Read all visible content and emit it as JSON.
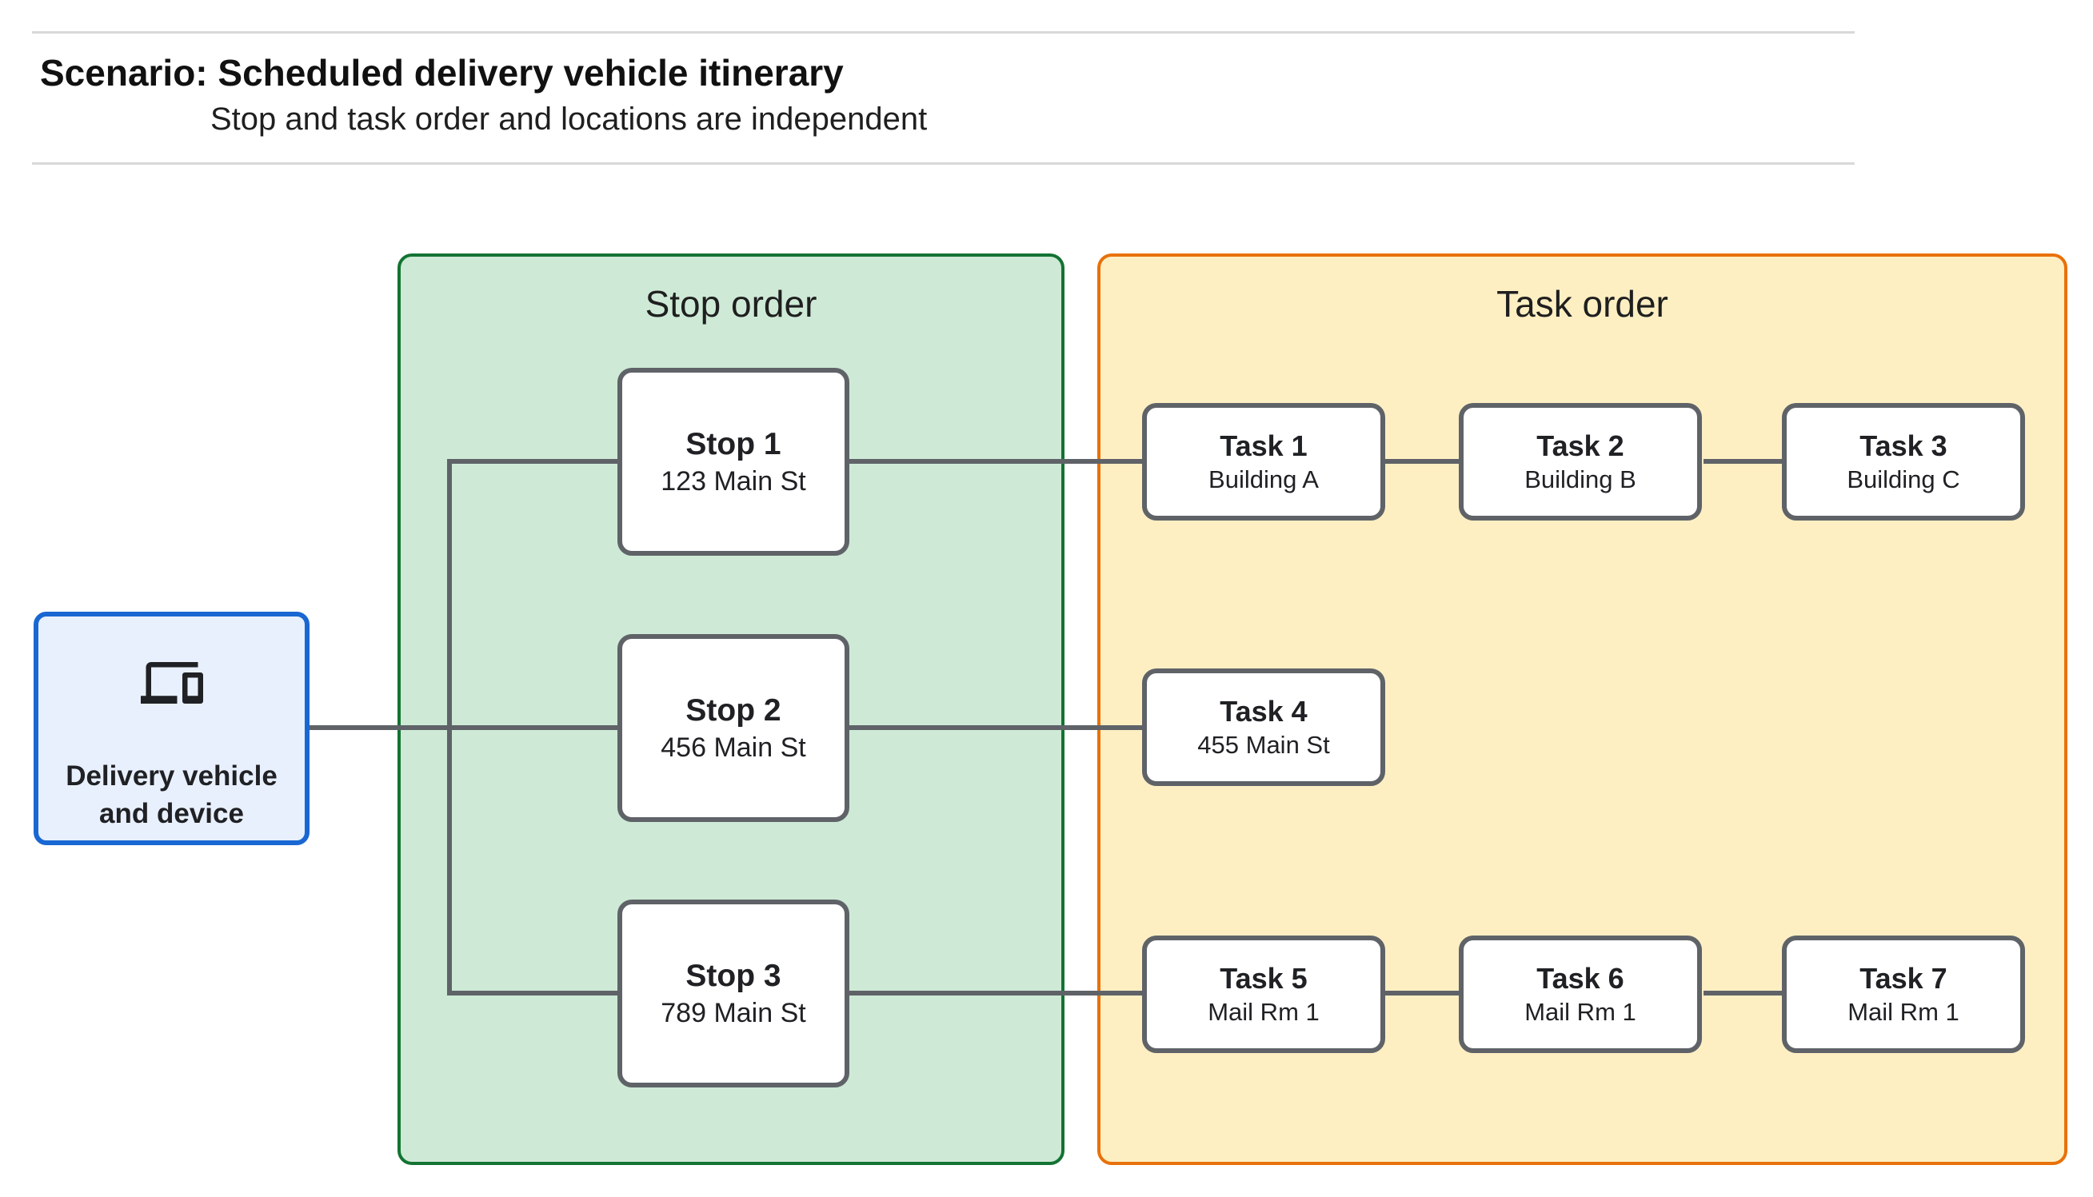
{
  "header": {
    "title": "Scenario: Scheduled delivery vehicle itinerary",
    "subtitle": "Stop and task order and locations are independent"
  },
  "panels": {
    "stop_order": {
      "label": "Stop order",
      "fill": "#ceead6",
      "border": "#137333"
    },
    "task_order": {
      "label": "Task order",
      "fill": "#feefc3",
      "border": "#e8710a"
    }
  },
  "vehicle": {
    "icon": "devices-icon",
    "label_lines": [
      "Delivery vehicle",
      "and device"
    ],
    "fill": "#e8f0fe",
    "border": "#1967d2"
  },
  "stops": [
    {
      "title": "Stop 1",
      "subtitle": "123 Main St"
    },
    {
      "title": "Stop 2",
      "subtitle": "456 Main St"
    },
    {
      "title": "Stop 3",
      "subtitle": "789 Main St"
    }
  ],
  "tasks": [
    {
      "title": "Task 1",
      "subtitle": "Building A"
    },
    {
      "title": "Task 2",
      "subtitle": "Building B"
    },
    {
      "title": "Task 3",
      "subtitle": "Building C"
    },
    {
      "title": "Task 4",
      "subtitle": "455 Main St"
    },
    {
      "title": "Task 5",
      "subtitle": "Mail Rm 1"
    },
    {
      "title": "Task 6",
      "subtitle": "Mail Rm 1"
    },
    {
      "title": "Task 7",
      "subtitle": "Mail Rm 1"
    }
  ],
  "colors": {
    "connector": "#5f6368",
    "node_border": "#5f6368",
    "divider": "#d9d9d9",
    "text": "#202124"
  }
}
